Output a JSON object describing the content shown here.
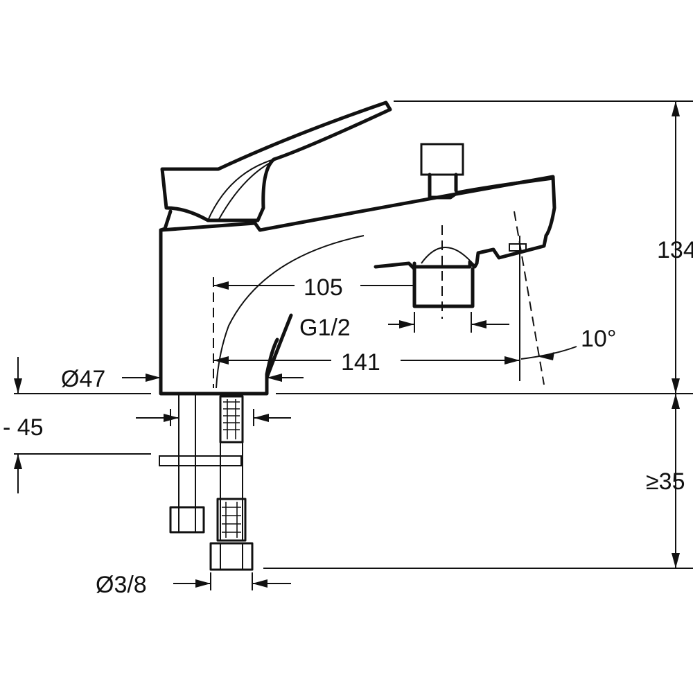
{
  "drawing": {
    "labels": {
      "dim_105": "105",
      "thread": "G1/2",
      "angle": "10°",
      "dim_141": "141",
      "dia_47": "Ø47",
      "deck_range": "- 45",
      "height_134": "134",
      "below_35": "≥35",
      "dia_3_8": "Ø3/8"
    }
  }
}
